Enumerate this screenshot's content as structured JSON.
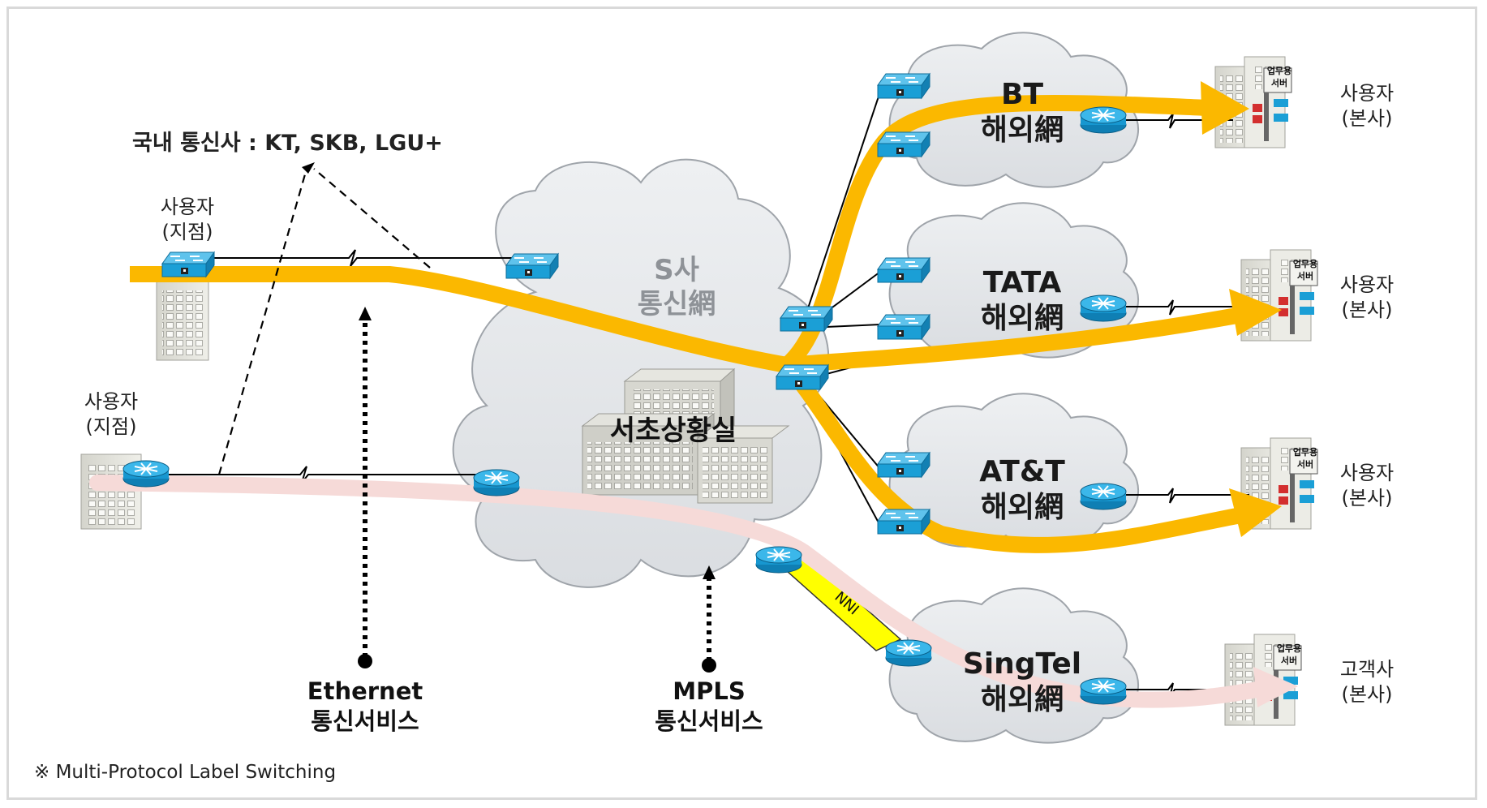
{
  "domestic_carriers": "국내 통신사 : KT, SKB, LGU+",
  "core_network": {
    "line1": "S사",
    "line2": "통신網"
  },
  "control_center": "서초상황실",
  "branch_sites": [
    {
      "line1": "사용자",
      "line2": "(지점)"
    },
    {
      "line1": "사용자",
      "line2": "(지점)"
    }
  ],
  "overseas_networks": [
    {
      "line1": "BT",
      "line2": "해외網"
    },
    {
      "line1": "TATA",
      "line2": "해외網"
    },
    {
      "line1": "AT&T",
      "line2": "해외網"
    },
    {
      "line1": "SingTel",
      "line2": "해외網"
    }
  ],
  "hq_sites": [
    {
      "line1": "사용자",
      "line2": "(본사)"
    },
    {
      "line1": "사용자",
      "line2": "(본사)"
    },
    {
      "line1": "사용자",
      "line2": "(본사)"
    },
    {
      "line1": "고객사",
      "line2": "(본사)"
    }
  ],
  "server_label": {
    "line1": "업무용",
    "line2": "서버"
  },
  "nni_label": "NNI",
  "services": {
    "ethernet": {
      "line1": "Ethernet",
      "line2": "통신서비스"
    },
    "mpls": {
      "line1": "MPLS",
      "line2": "통신서비스"
    }
  },
  "footnote": "※ Multi-Protocol Label Switching",
  "colors": {
    "ethernet_path": "#fbb800",
    "mpls_path": "#f6dad8",
    "cloud_fill": "#e4e6e9",
    "cloud_stroke": "#9fa4aa",
    "device": "#1b9fd6",
    "nni_link": "#ffff00"
  }
}
